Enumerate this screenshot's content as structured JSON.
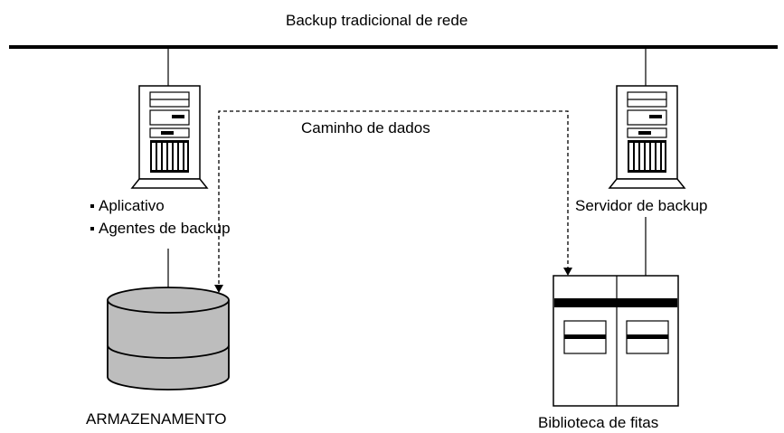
{
  "network": {
    "title": "Backup tradicional de rede"
  },
  "data_path": {
    "label": "Caminho de dados"
  },
  "app_server": {
    "bullets": [
      "Aplicativo",
      "Agentes de backup"
    ]
  },
  "backup_server": {
    "label": "Servidor de backup"
  },
  "storage": {
    "label": "ARMAZENAMENTO"
  },
  "tape_library": {
    "label": "Biblioteca de fitas"
  }
}
